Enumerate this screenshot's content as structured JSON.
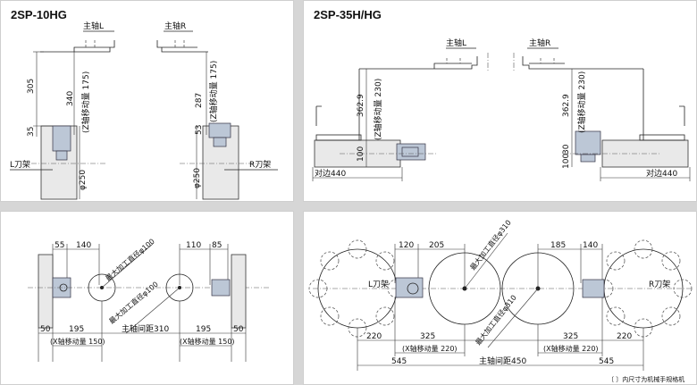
{
  "top_left": {
    "title": "2SP-10HG",
    "spindle_left": "主轴L",
    "spindle_right": "主轴R",
    "dim_305": "305",
    "dim_340": "340",
    "z_travel_l": "(Z轴移动量 175)",
    "dim_35": "35",
    "dim_287": "287",
    "z_travel_r": "(Z轴移动量 175)",
    "dim_53": "53",
    "l_turret": "L刀架",
    "r_turret": "R刀架",
    "phi250_l": "φ250",
    "phi250_r": "φ250"
  },
  "top_right": {
    "title": "2SP-35H/HG",
    "spindle_left": "主轴L",
    "spindle_right": "主轴R",
    "dim_362_l": "362.9",
    "z_travel_l": "(Z轴移动量 230)",
    "dim_100_l": "100",
    "across_flats_l": "对边440",
    "dim_362_r": "362.9",
    "z_travel_r": "(Z轴移动量 230)",
    "dim_100_r": "100",
    "dim_30_r": "30",
    "across_flats_r": "对边440"
  },
  "bottom_left": {
    "d55": "55",
    "d140": "140",
    "d110": "110",
    "d85": "85",
    "max_dia_1": "最大加工直径φ100",
    "max_dia_2": "最大加工直径φ100",
    "d50_l": "50",
    "d195_l": "195",
    "d195_r": "195",
    "d50_r": "50",
    "spindle_dist": "主轴间距310",
    "x_travel_l": "(X轴移动量 150)",
    "x_travel_r": "(X轴移动量 150)"
  },
  "bottom_right": {
    "d120": "120",
    "d205": "205",
    "d185": "185",
    "d140": "140",
    "max_dia_1": "最大加工直径φ310",
    "max_dia_2": "最大加工直径φ310",
    "l_turret": "L刀架",
    "r_turret": "R刀架",
    "d220_l": "220",
    "d325_l": "325",
    "d325_r": "325",
    "d220_r": "220",
    "x_travel_l": "(X轴移动量 220)",
    "x_travel_r": "(X轴移动量 220)",
    "d545_l": "545",
    "d545_r": "545",
    "spindle_dist": "主轴间距450",
    "footnote": "〔 〕内尺寸为机械手规格机"
  }
}
